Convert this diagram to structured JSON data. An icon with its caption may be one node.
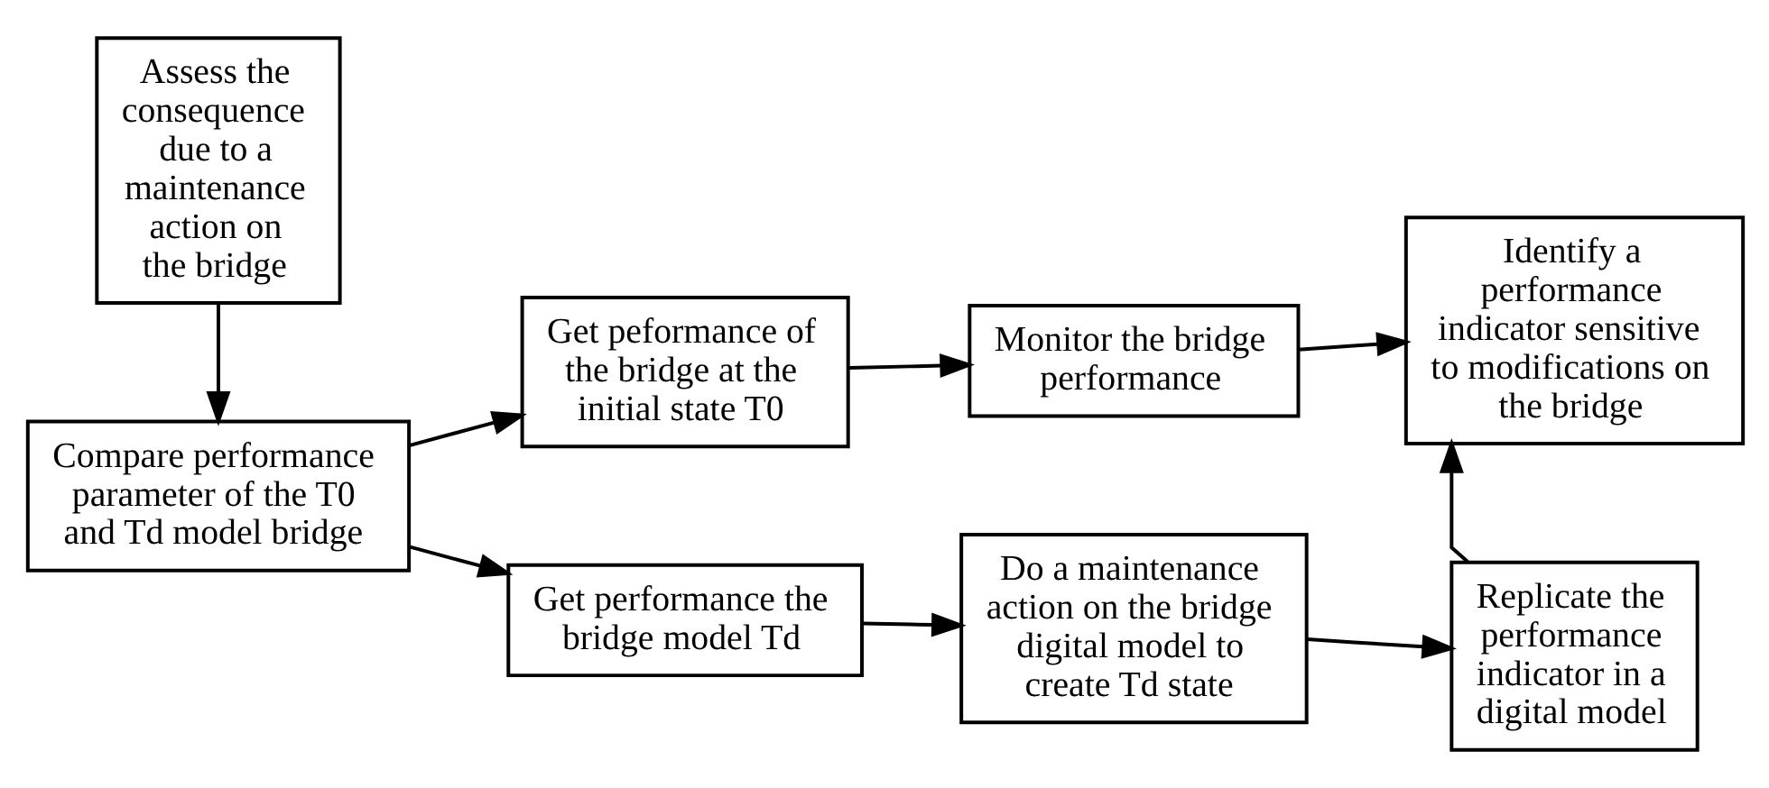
{
  "diagram": {
    "nodes": [
      {
        "text": [
          "Assess the consequence due to a maintenance action on the bridge"
        ]
      },
      {
        "text": [
          "Compare performance parameter of the T0 and Td model bridge"
        ]
      },
      {
        "text": [
          "Get peformance of the bridge at the initial state T0"
        ]
      },
      {
        "text": [
          "Monitor the bridge performance"
        ]
      },
      {
        "text": [
          "Identify a performance indicator sensitive to modifications on the bridge"
        ]
      },
      {
        "text": [
          "Get performance the bridge model Td"
        ]
      },
      {
        "text": [
          "Do a maintenance action on the bridge digital model to create Td state"
        ]
      },
      {
        "text": [
          "Replicate the performance indicator in a digital model"
        ]
      }
    ],
    "edges": [
      {
        "from": 0,
        "to": 1,
        "arrow": "to"
      },
      {
        "from": 1,
        "to": 2,
        "arrow": "to"
      },
      {
        "from": 1,
        "to": 5,
        "arrow": "to"
      },
      {
        "from": 2,
        "to": 3,
        "arrow": "to"
      },
      {
        "from": 3,
        "to": 4,
        "arrow": "to"
      },
      {
        "from": 5,
        "to": 6,
        "arrow": "to"
      },
      {
        "from": 6,
        "to": 7,
        "arrow": "to"
      },
      {
        "from": 7,
        "to": 4,
        "arrow": "to"
      }
    ]
  }
}
